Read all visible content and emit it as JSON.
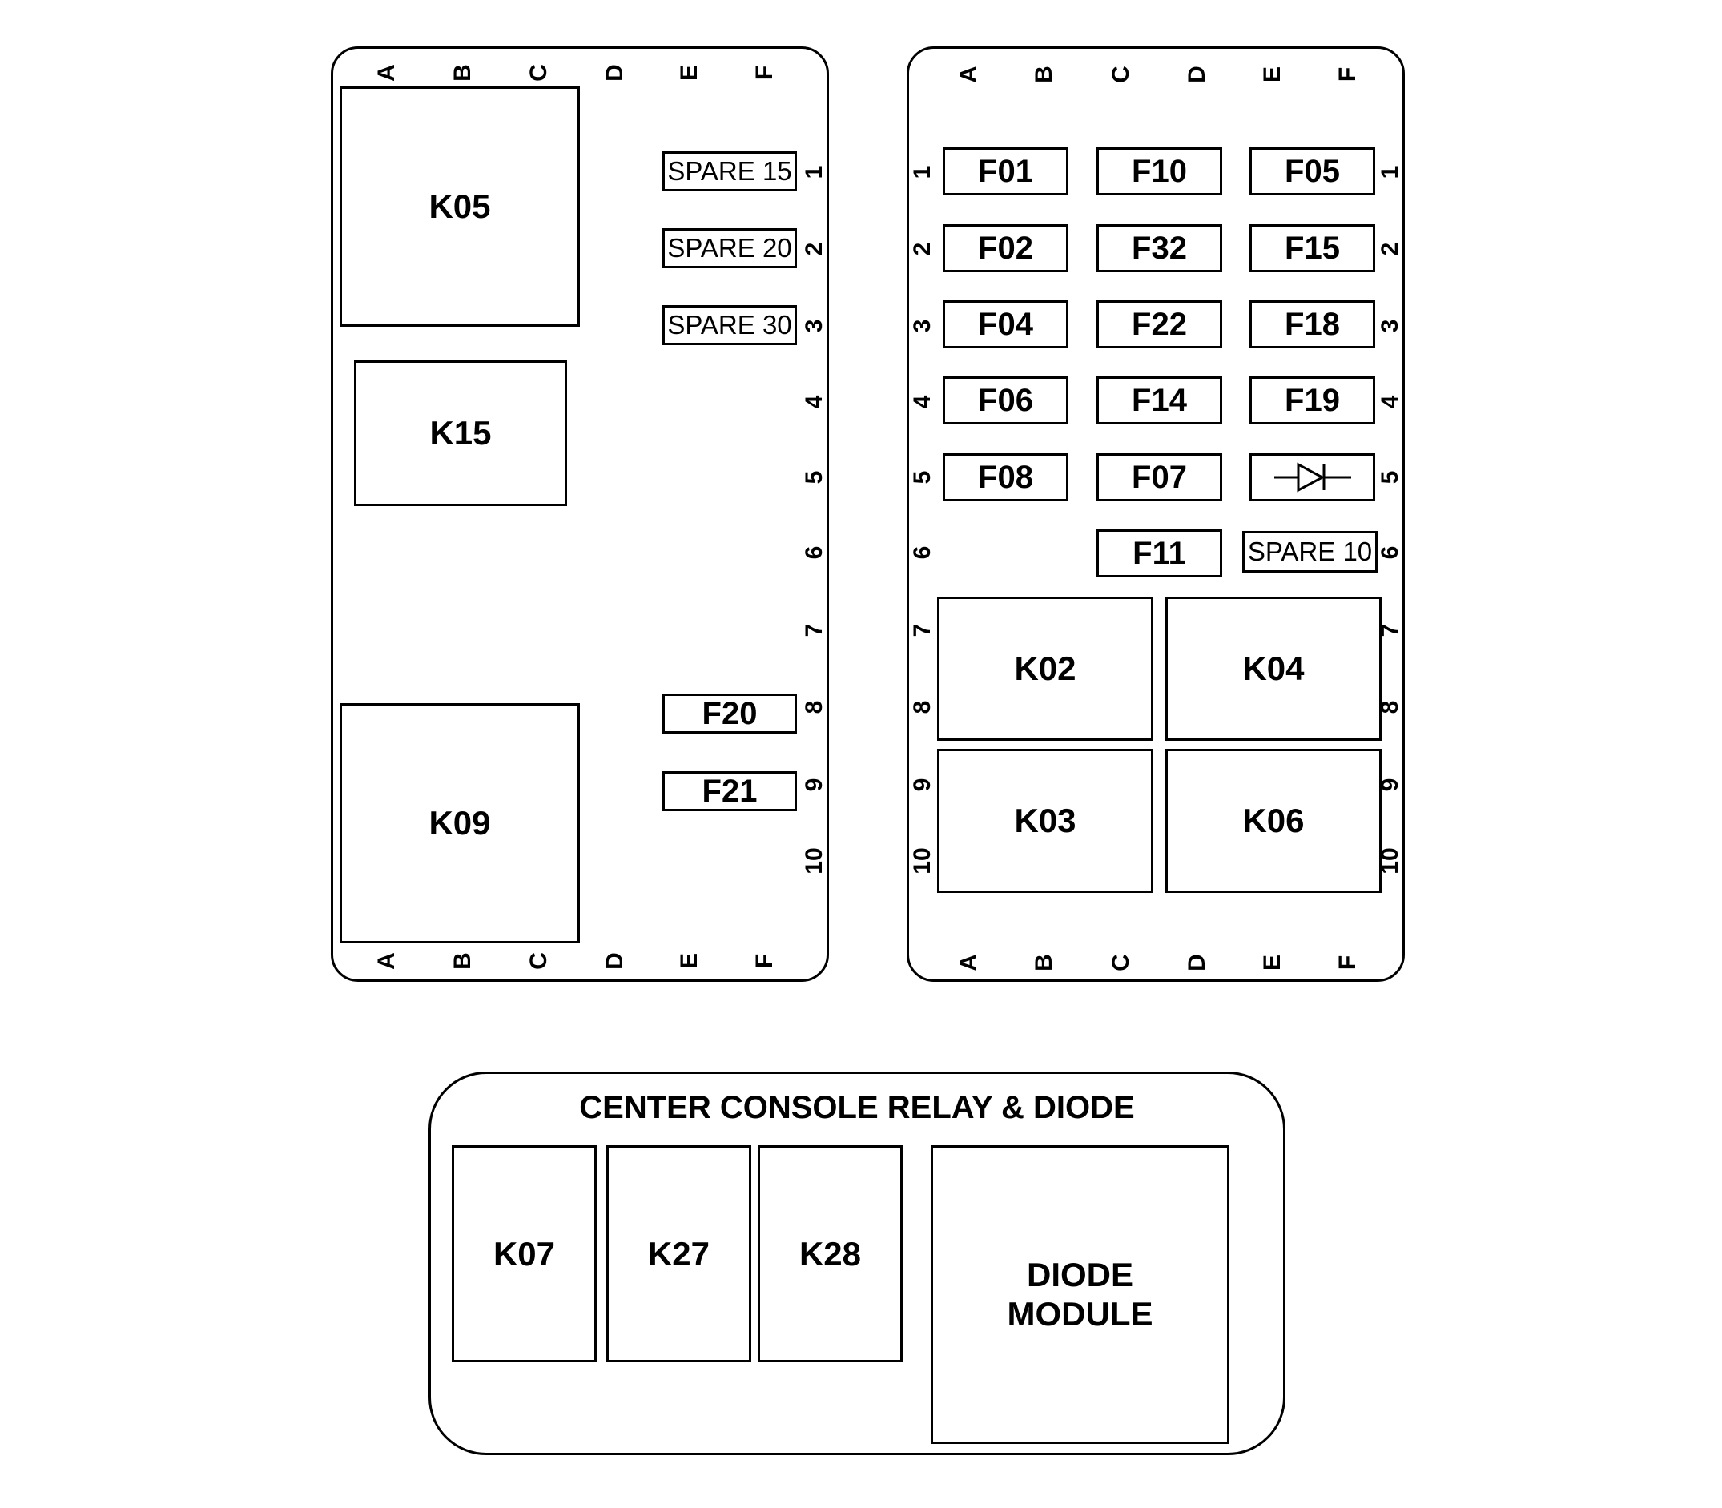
{
  "left_panel": {
    "column_labels": [
      "A",
      "B",
      "C",
      "D",
      "E",
      "F"
    ],
    "row_labels": [
      "1",
      "2",
      "3",
      "4",
      "5",
      "6",
      "7",
      "8",
      "9",
      "10"
    ],
    "relays": [
      "K05",
      "K15",
      "K09"
    ],
    "fuses": [
      "SPARE 15",
      "SPARE 20",
      "SPARE 30",
      "F20",
      "F21"
    ]
  },
  "right_panel": {
    "column_labels": [
      "A",
      "B",
      "C",
      "D",
      "E",
      "F"
    ],
    "row_labels": [
      "1",
      "2",
      "3",
      "4",
      "5",
      "6",
      "7",
      "8",
      "9",
      "10"
    ],
    "fuses": [
      "F01",
      "F10",
      "F05",
      "F02",
      "F32",
      "F15",
      "F04",
      "F22",
      "F18",
      "F06",
      "F14",
      "F19",
      "F08",
      "F07",
      "F11",
      "SPARE 10"
    ],
    "diode_icon": "diode-symbol-icon",
    "relays": [
      "K02",
      "K04",
      "K03",
      "K06"
    ]
  },
  "console": {
    "title": "CENTER CONSOLE RELAY & DIODE",
    "relays": [
      "K07",
      "K27",
      "K28"
    ],
    "diode_module_line1": "DIODE",
    "diode_module_line2": "MODULE"
  },
  "colors": {
    "line": "#000000",
    "background": "#ffffff"
  }
}
